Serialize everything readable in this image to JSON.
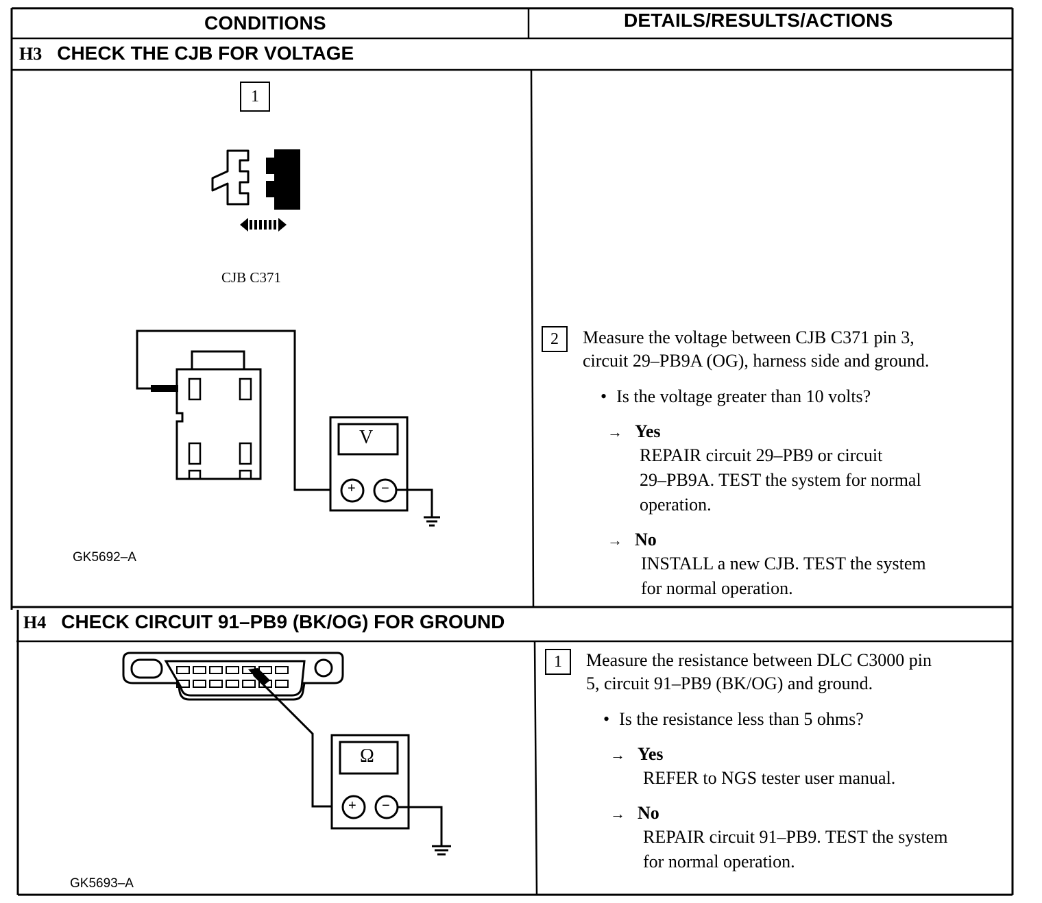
{
  "header": {
    "conditions": "CONDITIONS",
    "details": "DETAILS/RESULTS/ACTIONS"
  },
  "h3": {
    "tag": "H3",
    "title": "CHECK THE CJB FOR VOLTAGE",
    "fig_step": "1",
    "connector_label": "CJB C371",
    "meter_symbol": "V",
    "plus": "+",
    "minus": "−",
    "figure_id": "GK5692–A",
    "step_num": "2",
    "step_text_1": "Measure the voltage between CJB C371 pin 3,",
    "step_text_2": "circuit 29–PB9A (OG), harness side and ground.",
    "question": "Is the voltage greater than 10 volts?",
    "yes_label": "Yes",
    "yes_1": "REPAIR circuit 29–PB9 or circuit",
    "yes_2": "29–PB9A. TEST the system for normal",
    "yes_3": "operation.",
    "no_label": "No",
    "no_1": "INSTALL a new CJB. TEST the system",
    "no_2": "for normal operation."
  },
  "h4": {
    "tag": "H4",
    "title": "CHECK CIRCUIT 91–PB9 (BK/OG) FOR GROUND",
    "meter_symbol": "Ω",
    "plus": "+",
    "minus": "−",
    "figure_id": "GK5693–A",
    "step_num": "1",
    "step_text_1": "Measure the resistance between DLC C3000 pin",
    "step_text_2": "5, circuit 91–PB9 (BK/OG) and ground.",
    "question": "Is the resistance less than 5 ohms?",
    "yes_label": "Yes",
    "yes_1": "REFER to NGS tester user manual.",
    "no_label": "No",
    "no_1": "REPAIR circuit 91–PB9. TEST the system",
    "no_2": "for normal operation."
  }
}
